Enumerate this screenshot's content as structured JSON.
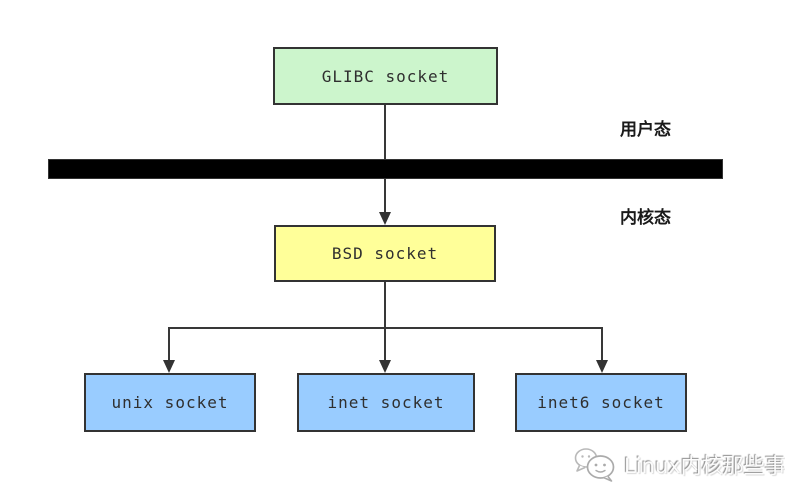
{
  "diagram": {
    "type": "flowchart",
    "description": "Linux socket layering: GLIBC socket in user mode calling into BSD socket in kernel mode, which dispatches to unix, inet and inet6 sockets",
    "nodes": [
      {
        "id": "glibc",
        "label": "GLIBC socket",
        "fill": "#ccf5cc",
        "region": "user-mode"
      },
      {
        "id": "bsd",
        "label": "BSD socket",
        "fill": "#ffff99",
        "region": "kernel-mode"
      },
      {
        "id": "unix",
        "label": "unix socket",
        "fill": "#99ccff",
        "region": "kernel-mode"
      },
      {
        "id": "inet",
        "label": "inet socket",
        "fill": "#99ccff",
        "region": "kernel-mode"
      },
      {
        "id": "inet6",
        "label": "inet6 socket",
        "fill": "#99ccff",
        "region": "kernel-mode"
      }
    ],
    "edges": [
      {
        "from": "GLIBC socket",
        "to": "BSD socket",
        "arrow": "down"
      },
      {
        "from": "BSD socket",
        "to": "unix socket",
        "arrow": "down"
      },
      {
        "from": "BSD socket",
        "to": "inet socket",
        "arrow": "down"
      },
      {
        "from": "BSD socket",
        "to": "inet6 socket",
        "arrow": "down"
      }
    ],
    "regions": {
      "user_mode_label": "用户态",
      "kernel_mode_label": "内核态",
      "separator_color": "#000000"
    },
    "colors": {
      "border": "#333333",
      "line": "#383838",
      "background": "#ffffff",
      "green_box": "#ccf5cc",
      "yellow_box": "#ffff99",
      "blue_box": "#99ccff"
    },
    "watermark": {
      "text": "Linux内核那些事",
      "icon": "wechat-chat-bubbles-logo"
    }
  }
}
